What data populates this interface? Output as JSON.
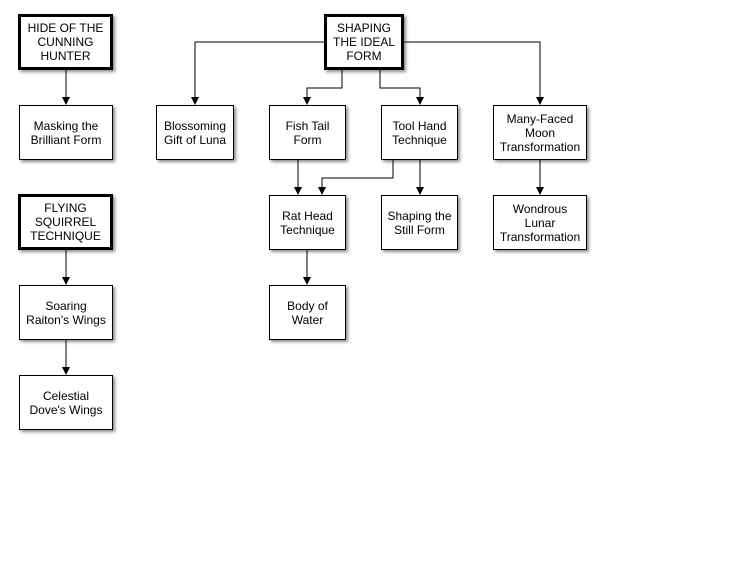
{
  "nodes": {
    "hide_root": "HIDE OF THE\nCUNNING\nHUNTER",
    "masking": "Masking the\nBrilliant Form",
    "flying_root": "FLYING\nSQUIRREL\nTECHNIQUE",
    "soaring": "Soaring\nRaiton's Wings",
    "celestial": "Celestial\nDove's Wings",
    "shaping_root": "SHAPING\nTHE IDEAL\nFORM",
    "blossoming": "Blossoming\nGift of Luna",
    "fish_tail": "Fish Tail\nForm",
    "tool_hand": "Tool Hand\nTechnique",
    "many_faced": "Many-Faced\nMoon\nTransformation",
    "rat_head": "Rat Head\nTechnique",
    "shaping_still": "Shaping the\nStill Form",
    "wondrous": "Wondrous\nLunar\nTransformation",
    "body_water": "Body of\nWater"
  }
}
